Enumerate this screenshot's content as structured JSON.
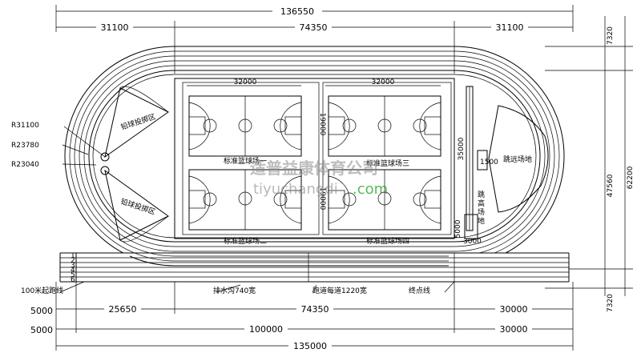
{
  "dimensions": {
    "top_total": "136550",
    "top_left": "31100",
    "top_mid": "74350",
    "top_right": "31100",
    "court_width_1": "32000",
    "court_width_2": "32000",
    "court_height_1": "19000",
    "court_height_2": "19000",
    "jump_len": "35000",
    "jump_small": "5000",
    "jump_bottom": "3000",
    "pit_w": "1500",
    "right_top": "7320",
    "right_mid": "47560",
    "right_total": "62200",
    "right_bottom": "7320",
    "bot1_left": "5000",
    "bot1_a": "25650",
    "bot1_b": "74350",
    "bot1_c": "30000",
    "bot2_left": "5000",
    "bot2_b": "100000",
    "bot2_c": "30000",
    "bot3_total": "135000"
  },
  "radii": {
    "r1": "R31100",
    "r2": "R23780",
    "r3": "R23040"
  },
  "labels": {
    "shotput_top": "铅球投掷区",
    "shotput_bottom": "铅球投掷区",
    "court1": "标准篮球场一",
    "court2": "标准篮球场二",
    "court3": "标准篮球场三",
    "court4": "标准篮球场四",
    "high_jump": "跳远场地",
    "long_jump_chars": [
      "跳",
      "高",
      "场",
      "地"
    ],
    "start_line": "100米起跑线",
    "drain": "排水沟740宽",
    "lane": "跑道每道1220宽",
    "finish": "终点线",
    "lane_nums": [
      "1",
      "2",
      "3",
      "4",
      "5",
      "6"
    ]
  },
  "watermark": {
    "company": "适普益康体育公司",
    "url_main": "tiyuchangdi",
    "url_suffix": ".com"
  }
}
